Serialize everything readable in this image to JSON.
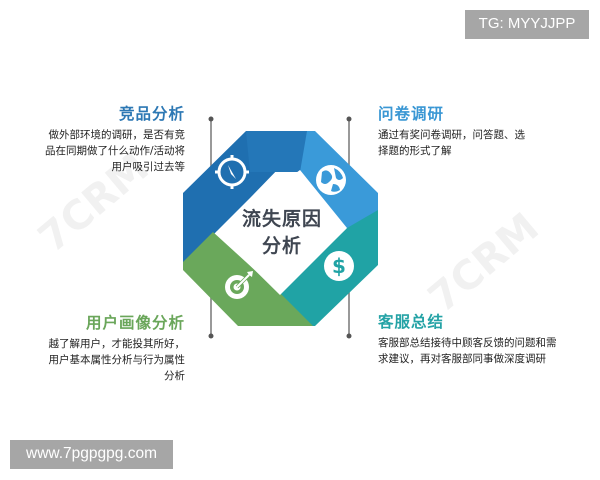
{
  "watermark": {
    "top_right": "TG: MYYJJPP",
    "bottom_left": "www.7pgpgpg.com"
  },
  "center": {
    "line1": "流失原因",
    "line2": "分析"
  },
  "sections": [
    {
      "id": "competitor",
      "title": "竞品分析",
      "color": "#2d78b4",
      "icon": "compass-icon",
      "lines": [
        "做外部环境的调研，是否有竞",
        "品在同期做了什么动作/活动将",
        "用户吸引过去等"
      ]
    },
    {
      "id": "survey",
      "title": "问卷调研",
      "color": "#3a97d4",
      "icon": "globe-icon",
      "lines": [
        "通过有奖问卷调研，问答题、选",
        "择题的形式了解"
      ]
    },
    {
      "id": "persona",
      "title": "用户画像分析",
      "color": "#6aa65a",
      "icon": "target-icon",
      "lines": [
        "越了解用户，才能投其所好，",
        "用户基本属性分析与行为属性",
        "分析"
      ]
    },
    {
      "id": "service",
      "title": "客服总结",
      "color": "#25a3a6",
      "icon": "dollar-icon",
      "lines": [
        "客服部总结接待中顾客反馈的问题和需",
        "求建议，再对客服部同事做深度调研"
      ]
    }
  ],
  "colors": {
    "blue_dark": "#1f6fb0",
    "blue_light": "#3a9ad9",
    "green": "#6aa85b",
    "teal": "#20a3a5",
    "connector": "#777777",
    "center_text": "#3f4651"
  }
}
